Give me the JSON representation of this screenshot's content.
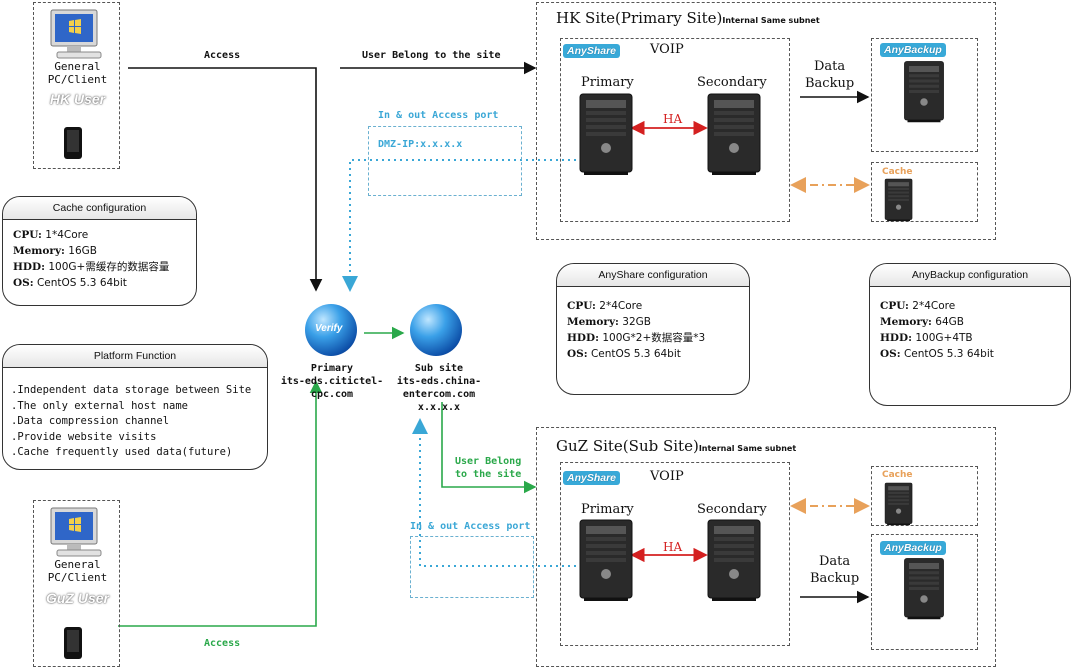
{
  "hk_user": {
    "pc_label": "General\nPC/Client",
    "user_label": "HK User"
  },
  "guz_user": {
    "pc_label": "General\nPC/Client",
    "user_label": "GuZ User"
  },
  "wire_labels": {
    "access_top": "Access",
    "user_belong_top": "User Belong to the site",
    "access_bottom": "Access",
    "user_belong_bottom": "User Belong\nto the site",
    "in_out_top": "In & out Access port",
    "dmz_ip": "DMZ-IP:x.x.x.x",
    "in_out_bottom": "In & out Access port"
  },
  "cache_config": {
    "title": "Cache configuration",
    "lines": [
      {
        "k": "CPU:",
        "v": "1*4Core"
      },
      {
        "k": "Memory:",
        "v": "16GB"
      },
      {
        "k": "HDD:",
        "v": "100G+需缓存的数据容量"
      },
      {
        "k": "OS:",
        "v": "CentOS 5.3 64bit"
      }
    ]
  },
  "platform_function": {
    "title": "Platform Function",
    "items": [
      ".Independent data storage between Site",
      ".The only external host name",
      ".Data compression channel",
      ".Provide website visits",
      ".Cache frequently used data(future)"
    ]
  },
  "primary_node": {
    "globe_text": "Verify",
    "label": "Primary\nits-eds.citictel-\ncpc.com"
  },
  "sub_node": {
    "label": "Sub site\nits-eds.china-\nentercom.com\nx.x.x.x"
  },
  "hk_site": {
    "title": "HK Site(Primary Site)",
    "subtitle": "Internal Same subnet",
    "anyshare_badge": "AnyShare",
    "voip": "VOIP",
    "primary": "Primary",
    "secondary": "Secondary",
    "ha": "HA",
    "data_backup": "Data\nBackup",
    "anybackup_badge": "AnyBackup",
    "cache_label": "Cache"
  },
  "guz_site": {
    "title": "GuZ Site(Sub Site)",
    "subtitle": "Internal Same subnet",
    "anyshare_badge": "AnyShare",
    "voip": "VOIP",
    "primary": "Primary",
    "secondary": "Secondary",
    "ha": "HA",
    "data_backup": "Data\nBackup",
    "anybackup_badge": "AnyBackup",
    "cache_label": "Cache"
  },
  "anyshare_config": {
    "title": "AnyShare configuration",
    "lines": [
      {
        "k": "CPU:",
        "v": "2*4Core"
      },
      {
        "k": "Memory:",
        "v": "32GB"
      },
      {
        "k": "HDD:",
        "v": "100G*2+数据容量*3"
      },
      {
        "k": "OS:",
        "v": "CentOS 5.3 64bit"
      }
    ]
  },
  "anybackup_config": {
    "title": "AnyBackup configuration",
    "lines": [
      {
        "k": "CPU:",
        "v": "2*4Core"
      },
      {
        "k": "Memory:",
        "v": "64GB"
      },
      {
        "k": "HDD:",
        "v": "100G+4TB"
      },
      {
        "k": "OS:",
        "v": "CentOS 5.3 64bit"
      }
    ]
  },
  "colors": {
    "access_green": "#2aa84a",
    "ha_red": "#d42020",
    "cache_orange": "#e8a15a",
    "port_blue": "#3aa7d6",
    "badge_blue": "#38a9d8"
  }
}
